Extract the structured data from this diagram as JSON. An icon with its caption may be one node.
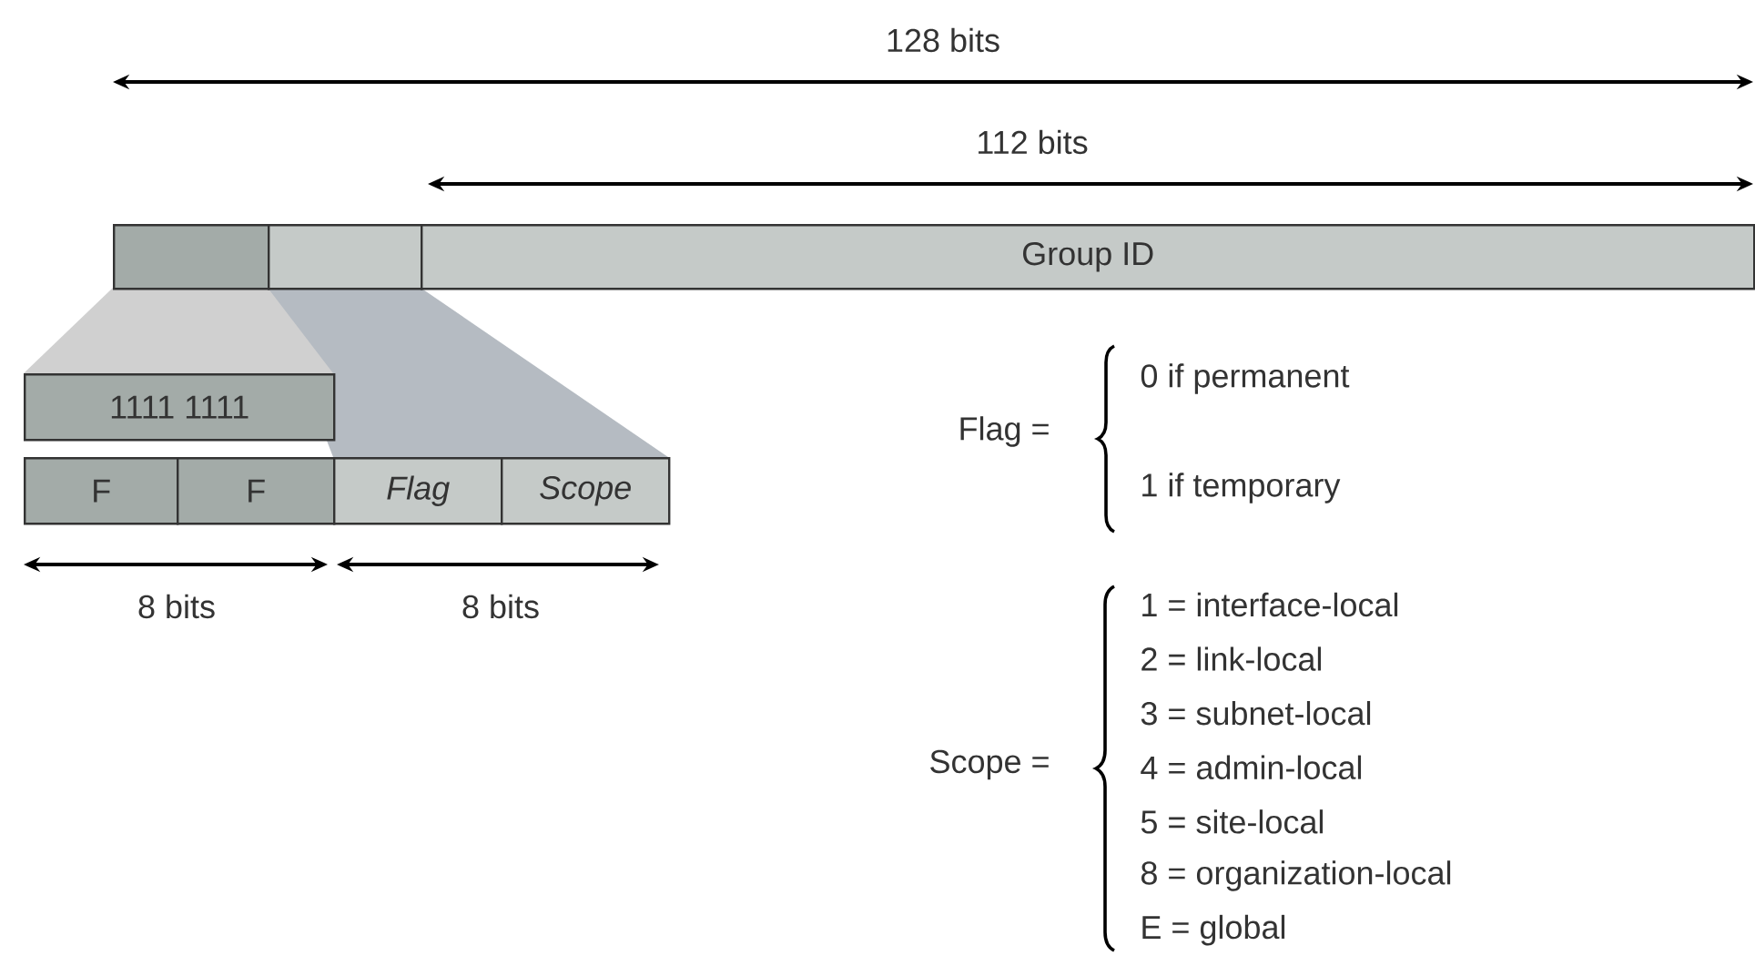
{
  "diagram": {
    "nodes": [
      {
        "text": [],
        "shape": "box"
      },
      {
        "text": [],
        "shape": "box"
      },
      {
        "text": [
          "Group ID"
        ]
      },
      {
        "text": [
          "1111 1111"
        ]
      },
      {
        "text": [
          "F"
        ]
      },
      {
        "text": [
          "F"
        ]
      },
      {
        "text": [
          "Flag"
        ]
      },
      {
        "text": [
          "Scope"
        ]
      }
    ],
    "labels": [
      "128 bits",
      "112 bits",
      "8 bits",
      "8 bits",
      "Flag =",
      "0 if permanent",
      "1 if temporary",
      "Scope =",
      "1 = interface-local",
      "2 = link-local",
      "3 = subnet-local",
      "4 = admin-local",
      "5 = site-local",
      "8 = organization-local",
      "E = global"
    ]
  }
}
